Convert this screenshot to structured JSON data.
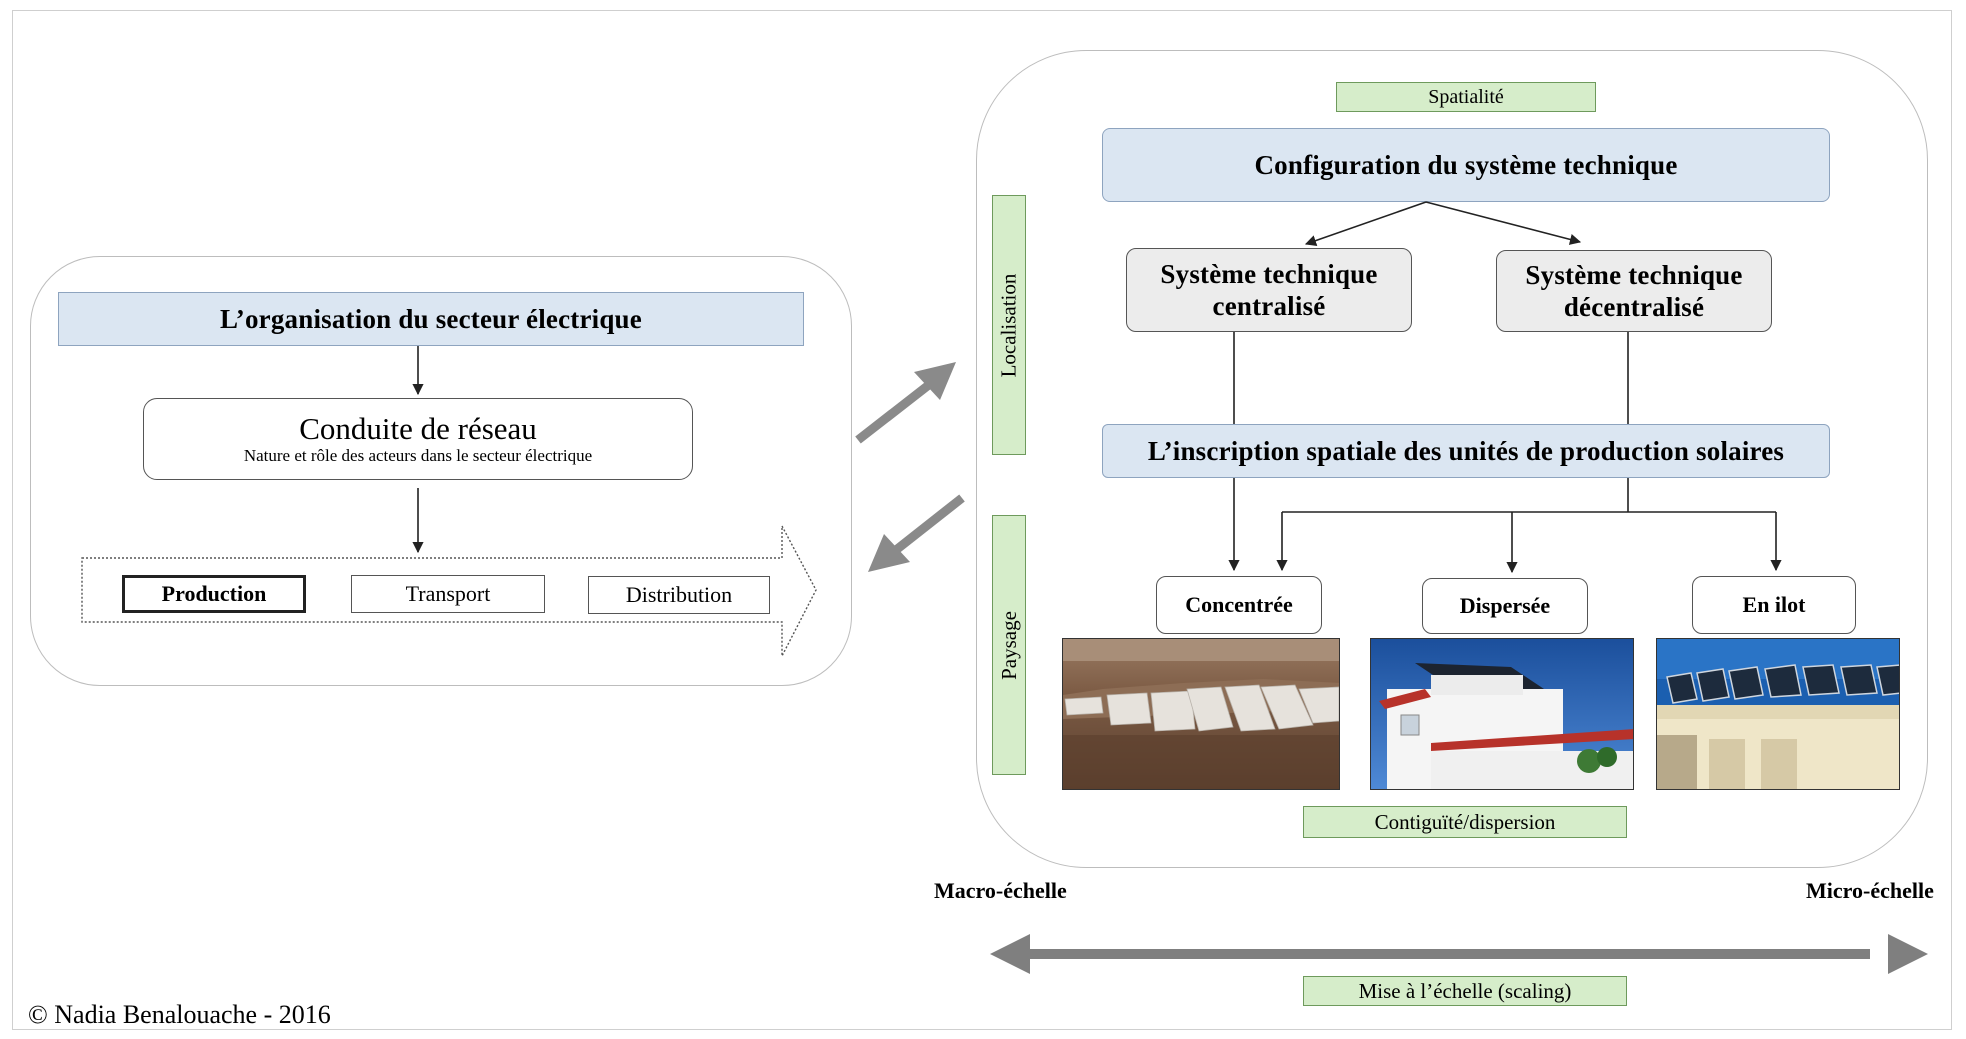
{
  "left": {
    "org_title": "L’organisation du secteur électrique",
    "conduite_title": "Conduite de réseau",
    "conduite_subtitle": "Nature et rôle des acteurs dans le secteur électrique",
    "chain": [
      "Production",
      "Transport",
      "Distribution"
    ]
  },
  "right": {
    "spatialite": "Spatialité",
    "config_title": "Configuration du système technique",
    "centralise": [
      "Système technique",
      "centralisé"
    ],
    "decentralise": [
      "Système technique",
      "décentralisé"
    ],
    "inscription": "L’inscription spatiale des unités de production solaires",
    "localisation": "Localisation",
    "paysage": "Paysage",
    "types": [
      "Concentrée",
      "Dispersée",
      "En ilot"
    ],
    "contiguite": "Contiguïté/dispersion"
  },
  "scale": {
    "macro": "Macro-échelle",
    "micro": "Micro-échelle",
    "mise": "Mise à l’échelle  (scaling)"
  },
  "copyright": "© Nadia Benalouache - 2016",
  "colors": {
    "blue_fill": "#dbe6f2",
    "green_fill": "#d6edca",
    "grey_fill": "#ececec",
    "arrow_grey": "#7f7f7f"
  }
}
